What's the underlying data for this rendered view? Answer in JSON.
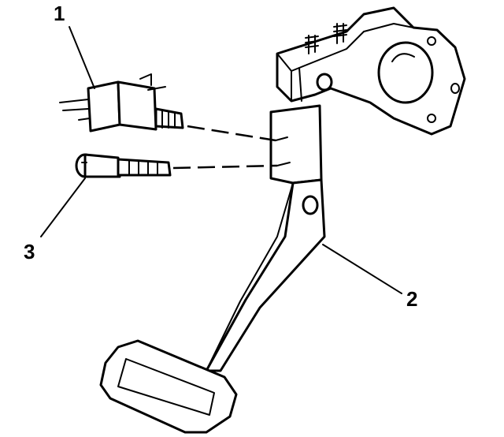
{
  "callouts": {
    "switch": "1",
    "pedal": "2",
    "sensor": "3"
  },
  "colors": {
    "ink": "#000000",
    "paper": "#ffffff"
  }
}
